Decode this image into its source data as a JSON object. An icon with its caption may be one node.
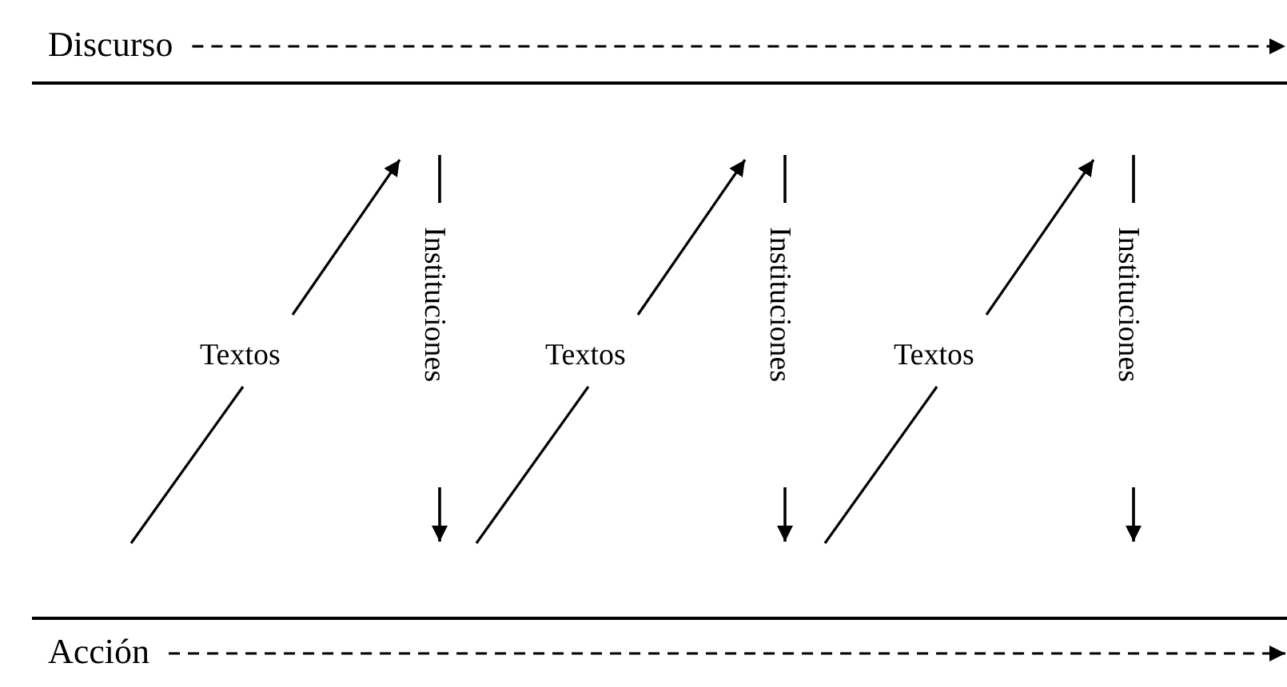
{
  "diagram": {
    "nodes": [
      {
        "text": [
          "Discurso"
        ]
      },
      {
        "text": [
          "Acción"
        ]
      }
    ],
    "edges": [
      {
        "from": 0,
        "to": null,
        "arrow": "to",
        "style": "dashed"
      },
      {
        "from": 1,
        "to": null,
        "arrow": "to",
        "style": "dashed"
      }
    ],
    "labels": [
      "Textos",
      "Instituciones",
      "Textos",
      "Instituciones",
      "Textos",
      "Instituciones"
    ]
  }
}
